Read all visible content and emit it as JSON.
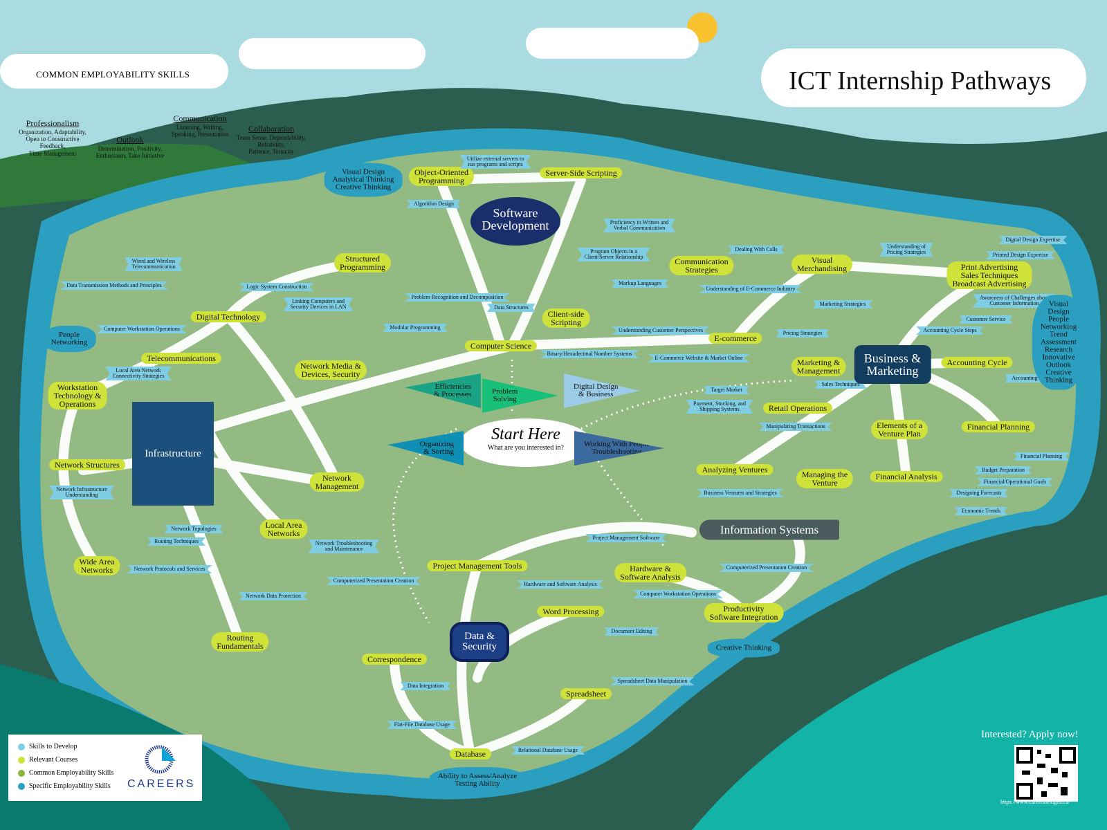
{
  "title": "ICT Internship Pathways",
  "common_employability_skills": {
    "heading": "COMMON EMPLOYABILITY SKILLS",
    "groups": [
      {
        "name": "Professionalism",
        "items": "Organization, Adaptability,\nOpen to Constructive\nFeedback,\nTime Management"
      },
      {
        "name": "Outlook",
        "items": "Determination, Positivity,\nEnthusiasm, Take Initiative"
      },
      {
        "name": "Communication",
        "items": "Listening, Writing,\nSpeaking, Presentation"
      },
      {
        "name": "Collaboration",
        "items": "Team Sense, Dependability,\nReliability,\nPatience, Tenacity"
      }
    ]
  },
  "start": {
    "title": "Start Here",
    "subtitle": "What are you interested in?"
  },
  "flags": [
    {
      "label": "Efficiencies\n& Processes",
      "color": "#1aa384"
    },
    {
      "label": "Problem\nSolving",
      "color": "#18c07a"
    },
    {
      "label": "Digital Design\n& Business",
      "color": "#9ccbe8"
    },
    {
      "label": "Organizing\n& Sorting",
      "color": "#0f8fb3"
    },
    {
      "label": "Working With People\nTroubleshooting",
      "color": "#3a6a9e"
    }
  ],
  "hubs": [
    {
      "label": "Software\nDevelopment",
      "color": "#1a2e6b"
    },
    {
      "label": "Infrastructure",
      "color": "#1b4f7c"
    },
    {
      "label": "Business &\nMarketing",
      "color": "#123d5e"
    },
    {
      "label": "Information Systems",
      "color": "#4a5b5d"
    },
    {
      "label": "Data &\nSecurity",
      "color": "#1d3f86"
    }
  ],
  "courses": [
    "Object-Oriented\nProgramming",
    "Server-Side Scripting",
    "Structured\nProgramming",
    "Digital Technology",
    "Telecommunications",
    "Workstation\nTechnology &\nOperations",
    "Network Structures",
    "Network\nManagement",
    "Local Area\nNetworks",
    "Wide Area\nNetworks",
    "Network Media &\nDevices, Security",
    "Routing\nFundamentals",
    "Computer Science",
    "Client-side\nScripting",
    "Communication\nStrategies",
    "Visual\nMerchandising",
    "E-commerce",
    "Marketing &\nManagement",
    "Retail Operations",
    "Print Advertising\nSales Techniques\nBroadcast Advertising",
    "Accounting Cycle",
    "Financial Planning",
    "Elements of a\nVenture Plan",
    "Analyzing Ventures",
    "Managing the\nVenture",
    "Financial Analysis",
    "Project Management Tools",
    "Hardware &\nSoftware Analysis",
    "Word Processing",
    "Productivity\nSoftware Integration",
    "Correspondence",
    "Spreadsheet",
    "Database"
  ],
  "skills": [
    "Utilize external servers to\nrun programs and scripts",
    "Algorithm Design",
    "Proficiency in Written and\nVerbal Communication",
    "Program Objects in a\nClient/Server Relationship",
    "Markup Languages",
    "Problem Recognition and Decomposition",
    "Data Structures",
    "Modular Programming",
    "Binary/Hexadecimal Number Systems",
    "Understanding Customer Perspectives",
    "E-Commerce Website & Market Online",
    "Dealing With Calls",
    "Understanding of\nPricing Strategies",
    "Understanding of E-Commerce Industry",
    "Marketing Strategies",
    "Pricing Strategies",
    "Digital Design Expertise",
    "Printed Design Expertise",
    "Awareness of Challenges about\nCustomer Information",
    "Customer Service",
    "Accounting Cycle Steps",
    "Accounting",
    "Sales Techniques",
    "Target Market",
    "Payment, Stocking, and\nShipping Systems",
    "Manipulating Transactions",
    "Financial Planning",
    "Budget Preparation",
    "Financial/Operational Goals",
    "Designing Forecasts",
    "Economic Trends",
    "Business Ventures and Strategies",
    "Wired and Wireless\nTelecommunication",
    "Data Transmission Methods and Principles",
    "Logic System Construction",
    "Linking Computers and\nSecurity Devices in LAN",
    "Computer Workstation Operations",
    "Local Area Network\nConnectivity Strategies",
    "Network Infrastructure\nUnderstanding",
    "Network Topologies",
    "Routing Techniques",
    "Network Protocols and Services",
    "Network Troubleshooting\nand Maintenance",
    "Network Data Protection",
    "Computerized Presentation Creation",
    "Project Management Software",
    "Hardware and Software Analysis",
    "Computerized Presentation Creation",
    "Computer Workstation Operations",
    "Document Editing",
    "Spreadsheet Data Manipulation",
    "Data Integration",
    "Flat-File Database Usage",
    "Relational Database Usage"
  ],
  "specific_skills": [
    "Visual Design\nAnalytical Thinking\nCreative Thinking",
    "People\nNetworking",
    "Visual Design\nPeople Networking\nTrend Assessment\nResearch\nInnovative Outlook\nCreative Thinking",
    "Creative Thinking",
    "Ability to Assess/Analyze\nTesting Ability"
  ],
  "legend": [
    {
      "label": "Skills to Develop",
      "color": "#7fcde3"
    },
    {
      "label": "Relevant Courses",
      "color": "#cfe23a"
    },
    {
      "label": "Common Employability Skills",
      "color": "#8ab53c"
    },
    {
      "label": "Specific Employability Skills",
      "color": "#2a9fc0"
    }
  ],
  "logo_text": "CAREERS",
  "apply": {
    "text": "Interested? Apply now!",
    "url": "https://www.careersnextgen.ca/"
  },
  "colors": {
    "sky": "#a9dbe0",
    "land": "#93ba82",
    "forest": "#2c5e4f",
    "river": "#2a9fc0",
    "sea": "#0b7a6e",
    "course": "#cfe23a",
    "skill": "#7fcde3"
  }
}
